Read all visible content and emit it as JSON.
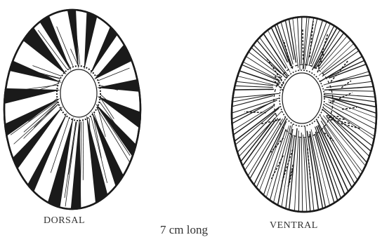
{
  "labels": {
    "dorsal": "DORSAL",
    "length": "7 cm long",
    "ventral": "VENTRAL"
  },
  "colors": {
    "ink": "#1a1a1a",
    "paper": "#ffffff",
    "caption": "#333333"
  },
  "views": [
    {
      "name": "dorsal-view",
      "ray_style": "broad-dark-bands"
    },
    {
      "name": "ventral-view",
      "ray_style": "fine-radiating-lines"
    }
  ]
}
